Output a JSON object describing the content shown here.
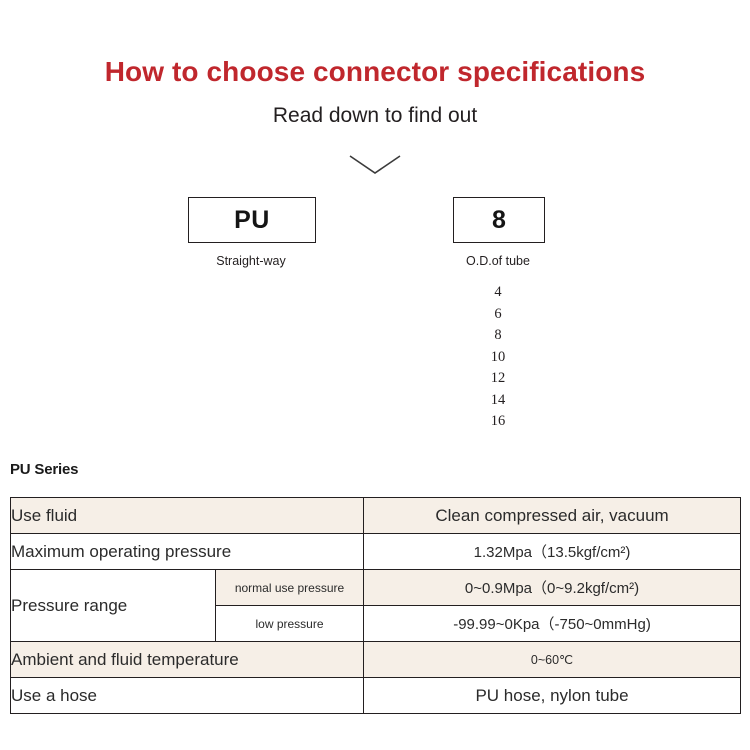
{
  "header": {
    "title": "How to choose connector specifications",
    "subtitle": "Read down to find out",
    "title_color": "#c0272d",
    "chevron_icon": "chevron-down-icon"
  },
  "selector": {
    "boxes": [
      {
        "code": "PU",
        "caption": "Straight-way"
      },
      {
        "code": "8",
        "caption": "O.D.of tube"
      }
    ],
    "tube_sizes": [
      "4",
      "6",
      "8",
      "10",
      "12",
      "14",
      "16"
    ]
  },
  "spec": {
    "series_title": "PU Series",
    "tint_color": "#f6efe7",
    "rows": [
      {
        "label": "Use fluid",
        "sub_label": null,
        "value": "Clean compressed air, vacuum",
        "tinted": true
      },
      {
        "label": "Maximum operating pressure",
        "sub_label": null,
        "value": "1.32Mpa（13.5kgf/cm²)",
        "tinted": false
      },
      {
        "label": "Pressure range",
        "sub_label": "normal use pressure",
        "value": "0~0.9Mpa（0~9.2kgf/cm²)",
        "tinted": true
      },
      {
        "label": null,
        "sub_label": "low pressure",
        "value": "-99.99~0Kpa（-750~0mmHg)",
        "tinted": false
      },
      {
        "label": "Ambient and fluid temperature",
        "sub_label": null,
        "value": "0~60℃",
        "tinted": true
      },
      {
        "label": "Use a hose",
        "sub_label": null,
        "value": "PU hose, nylon tube",
        "tinted": false
      }
    ]
  }
}
